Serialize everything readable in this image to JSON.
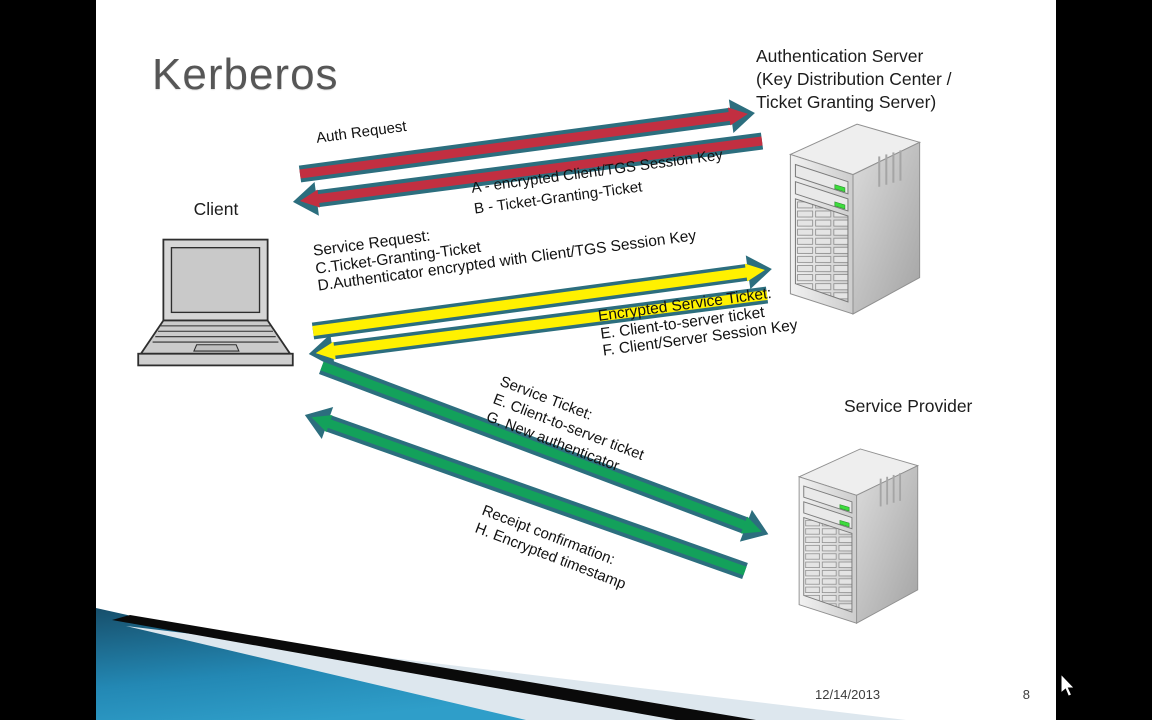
{
  "slide": {
    "title": "Kerberos",
    "date": "12/14/2013",
    "page_number": "8"
  },
  "nodes": {
    "client": {
      "label": "Client",
      "icon": "laptop-icon"
    },
    "auth_server": {
      "label": "Authentication Server\n(Key Distribution Center /\nTicket Granting Server)",
      "icon": "server-tower-icon"
    },
    "service_provider": {
      "label": "Service Provider",
      "icon": "server-tower-icon"
    }
  },
  "messages": {
    "auth_request": {
      "label": "Auth Request",
      "direction": "client-to-auth-server",
      "color": "#C22F41"
    },
    "auth_response": {
      "label": "A - encrypted Client/TGS Session Key\nB - Ticket-Granting-Ticket",
      "direction": "auth-server-to-client",
      "color": "#C22F41"
    },
    "service_request": {
      "label": "Service Request:\nC.Ticket-Granting-Ticket\nD.Authenticator encrypted with Client/TGS Session Key",
      "direction": "client-to-auth-server",
      "color": "#FFF100"
    },
    "service_response": {
      "label": "Encrypted Service Ticket:\nE. Client-to-server ticket\nF. Client/Server Session Key",
      "direction": "auth-server-to-client",
      "color": "#FFF100"
    },
    "service_ticket": {
      "label": "Service Ticket:\nE. Client-to-server ticket\nG. New authenticator",
      "direction": "client-to-service-provider",
      "color": "#13A15B"
    },
    "receipt_confirmation": {
      "label": "Receipt confirmation:\nH. Encrypted timestamp",
      "direction": "service-provider-to-client",
      "color": "#13A15B"
    }
  },
  "colors": {
    "arrow_outline": "#2C6E7E",
    "arrow_red": "#C22F41",
    "arrow_yellow": "#FFF100",
    "arrow_green": "#13A15B",
    "swoosh_teal_dark": "#174F6B",
    "swoosh_teal_light": "#2F9EC9",
    "swoosh_black": "#0A0A0A",
    "swoosh_pale": "#DDE7EE",
    "title_gray": "#565656",
    "led_green": "#3DDC3D"
  },
  "icons": [
    "laptop-icon",
    "server-tower-icon",
    "mouse-cursor-icon"
  ]
}
